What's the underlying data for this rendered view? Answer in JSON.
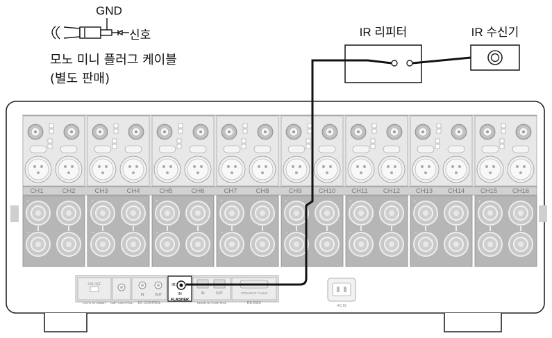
{
  "cable": {
    "gnd_label": "GND",
    "signal_label": "신호",
    "cable_name": "모노 미니 플러그 케이블",
    "cable_note": "(별도 판매)"
  },
  "devices": {
    "ir_repeater_label": "IR 리피터",
    "ir_receiver_label": "IR 수신기"
  },
  "channels": [
    "CH1",
    "CH2",
    "CH3",
    "CH4",
    "CH5",
    "CH6",
    "CH7",
    "CH8",
    "CH9",
    "CH10",
    "CH11",
    "CH12",
    "CH13",
    "CH14",
    "CH15",
    "CH16"
  ],
  "bottom_panel": {
    "on_off_label": "ON OFF",
    "auto_standby_label": "AUTO STANDBY",
    "amp_control_label": "AMP CONTROL",
    "dc_in_label": "IN",
    "dc_out_label": "OUT",
    "dc_control_label": "DC CONTROL",
    "ir_label": "IR",
    "ir_in_label": "IN",
    "flasher_label": "FLASHER",
    "remote_in_label": "IN",
    "remote_out_label": "OUT",
    "remote_control_label": "REMOTE CONTROL",
    "straight_cable_label": "STRAIGHT CABLE",
    "rs232c_label": "RS-232C",
    "ac_in_label": "AC IN"
  },
  "colors": {
    "wire": "#111111",
    "panel_bg": "#e4e4e4",
    "terminal_panel": "#b4b4b4",
    "label_strip": "#cfcfcf"
  }
}
